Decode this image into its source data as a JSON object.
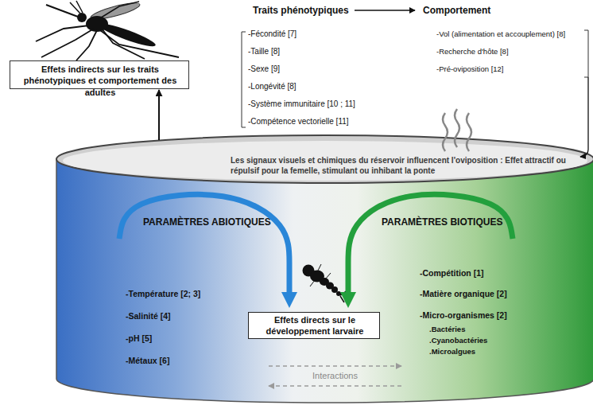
{
  "diagram": {
    "nodes": [
      {
        "text": [
          "Effets indirects sur les traits phénotypiques et comportement des adultes"
        ]
      },
      {
        "text": [
          "Les signaux visuels et chimiques du réservoir influencent l'oviposition : Effet attractif ou répulsif pour la femelle, stimulant ou inhibant la ponte"
        ]
      },
      {
        "text": [
          "PARAMÈTRES ABIOTIQUES",
          "-Température [2; 3]",
          "-Salinité [4]",
          "-pH [5]",
          "-Métaux [6]"
        ],
        "in": 1
      },
      {
        "text": [
          "Effets directs sur le développement larvaire"
        ],
        "in": 1
      },
      {
        "text": [
          "PARAMÈTRES BIOTIQUES",
          "-Compétition [1]",
          "-Matière organique [2]",
          "-Micro-organismes [2]",
          ".Bactéries",
          ".Cyanobactéries",
          ".Microalgues"
        ],
        "in": 1
      }
    ],
    "edges": [
      {
        "from": 1,
        "to": 0,
        "arrow": "to"
      },
      {
        "from": 2,
        "to": 3,
        "arrow": "to"
      },
      {
        "from": 4,
        "to": 3,
        "arrow": "to"
      },
      {
        "from": 2,
        "to": 4,
        "label": "Interactions",
        "arrow": "to"
      },
      {
        "from": 4,
        "to": 2,
        "arrow": "to"
      }
    ],
    "labels": [
      "Traits phénotypiques",
      "Comportement",
      "-Fécondité [7]",
      "-Taille [8]",
      "-Sexe [9]",
      "-Longévité [8]",
      "-Système immunitaire [10 ; 11]",
      "-Compétence vectorielle [11]",
      "-Vol (alimentation et accouplement) [8]",
      "-Recherche d'hôte [8]",
      "-Pré-oviposition [12]"
    ]
  }
}
